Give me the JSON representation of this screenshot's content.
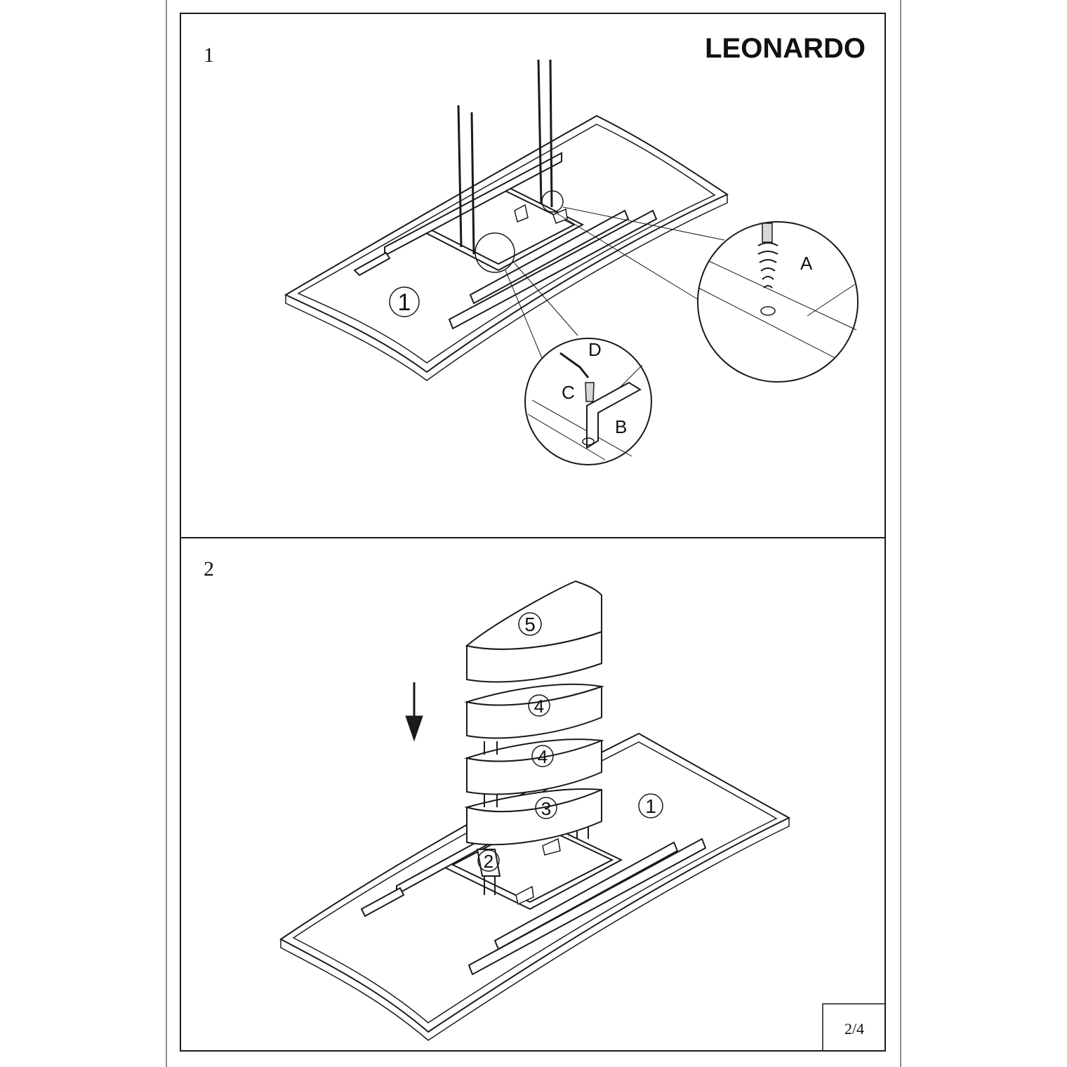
{
  "document": {
    "title": "LEONARDO",
    "page_number": "2/4"
  },
  "step1": {
    "number": "1",
    "part_label": "1",
    "callout_a": "A",
    "callout_b": "B",
    "callout_c": "C",
    "callout_d": "D"
  },
  "step2": {
    "number": "2",
    "labels": {
      "tabletop": "1",
      "bracket_left": "2",
      "bracket_right": "2",
      "base_lower": "3",
      "base_middle": "4",
      "base_upper": "4",
      "base_top": "5"
    }
  }
}
